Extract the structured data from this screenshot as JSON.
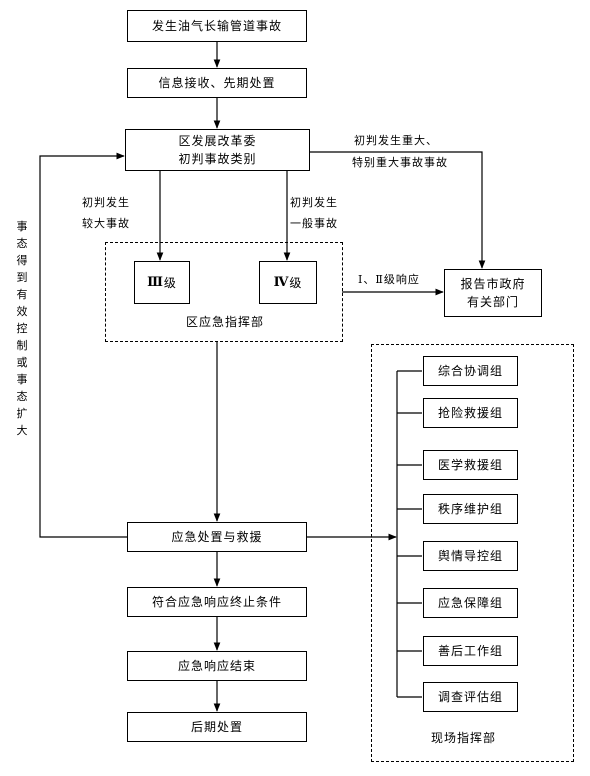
{
  "nodes": {
    "accident": "发生油气长输管道事故",
    "receive": "信息接收、先期处置",
    "dept_line1": "区发展改革委",
    "dept_line2": "初判事故类别",
    "level3_num": "Ⅲ",
    "level3_suffix": "级",
    "level4_num": "Ⅳ",
    "level4_suffix": "级",
    "district_hq": "区应急指挥部",
    "report_line1": "报告市政府",
    "report_line2": "有关部门",
    "response": "应急处置与救援",
    "meet_conditions": "符合应急响应终止条件",
    "end": "应急响应结束",
    "post": "后期处置",
    "onsite_hq": "现场指挥部"
  },
  "groups": [
    "综合协调组",
    "抢险救援组",
    "医学救援组",
    "秩序维护组",
    "舆情导控组",
    "应急保障组",
    "善后工作组",
    "调查评估组"
  ],
  "labels": {
    "major_line1": "初判发生重大、",
    "major_line2": "特别重大事故事故",
    "larger_line1": "初判发生",
    "larger_line2": "较大事故",
    "general_line1": "初判发生",
    "general_line2": "一般事故",
    "response_level": "Ⅰ、Ⅱ级响应",
    "loop": "事态得到有效控制或事态扩大"
  }
}
